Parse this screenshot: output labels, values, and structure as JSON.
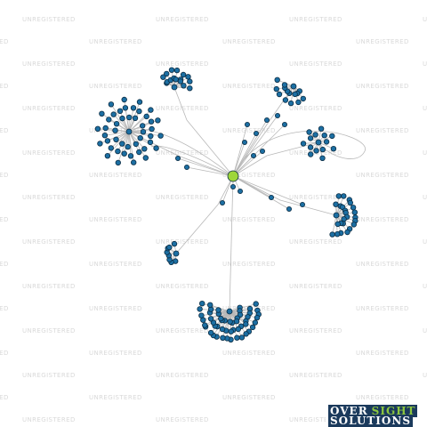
{
  "watermark": {
    "text": "UNREGISTERED"
  },
  "logo": {
    "word1": "OVER",
    "word2": "SIGHT",
    "word3": "SOLUTIONS"
  },
  "colors": {
    "center_node": "#9ed63a",
    "node_fill": "#1c6fa3",
    "node_stroke": "#0c2d44",
    "edge": "#b8b8b8",
    "logo_bg": "#1b3a5c",
    "logo_accent": "#8cc63f"
  },
  "graph": {
    "center_node": "focus-entity",
    "clusters": [
      {
        "name": "upper-left-cluster",
        "connections": 46
      },
      {
        "name": "upper-left-small-cluster",
        "connections": 16
      },
      {
        "name": "top-right-cluster",
        "connections": 14
      },
      {
        "name": "right-cluster",
        "connections": 14
      },
      {
        "name": "right-lower-cluster",
        "connections": 24
      },
      {
        "name": "left-middle-cluster",
        "connections": 8
      },
      {
        "name": "bottom-cluster",
        "connections": 52
      }
    ]
  }
}
